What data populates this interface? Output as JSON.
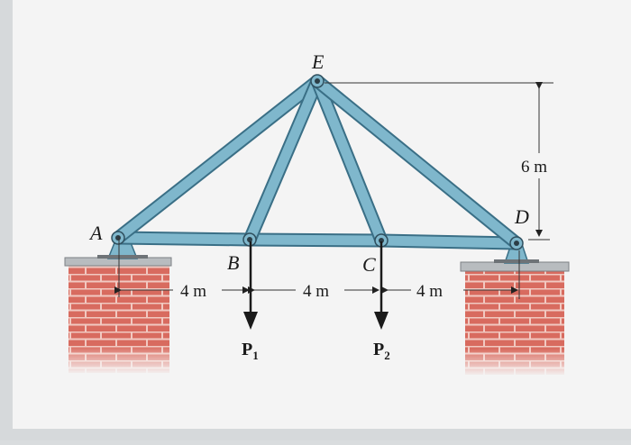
{
  "figure": {
    "joints": {
      "A": "A",
      "B": "B",
      "C": "C",
      "D": "D",
      "E": "E"
    },
    "dimensions": {
      "span_ab": "4 m",
      "span_bc": "4 m",
      "span_cd": "4 m",
      "height": "6 m"
    },
    "loads": [
      {
        "symbol": "P",
        "subscript": "1"
      },
      {
        "symbol": "P",
        "subscript": "2"
      }
    ],
    "colors": {
      "member_fill": "#7fb7cc",
      "member_edge": "#3a6f86",
      "brick": "#d86b5f",
      "mortar": "#f1c9c1",
      "page": "#f4f4f4"
    }
  }
}
